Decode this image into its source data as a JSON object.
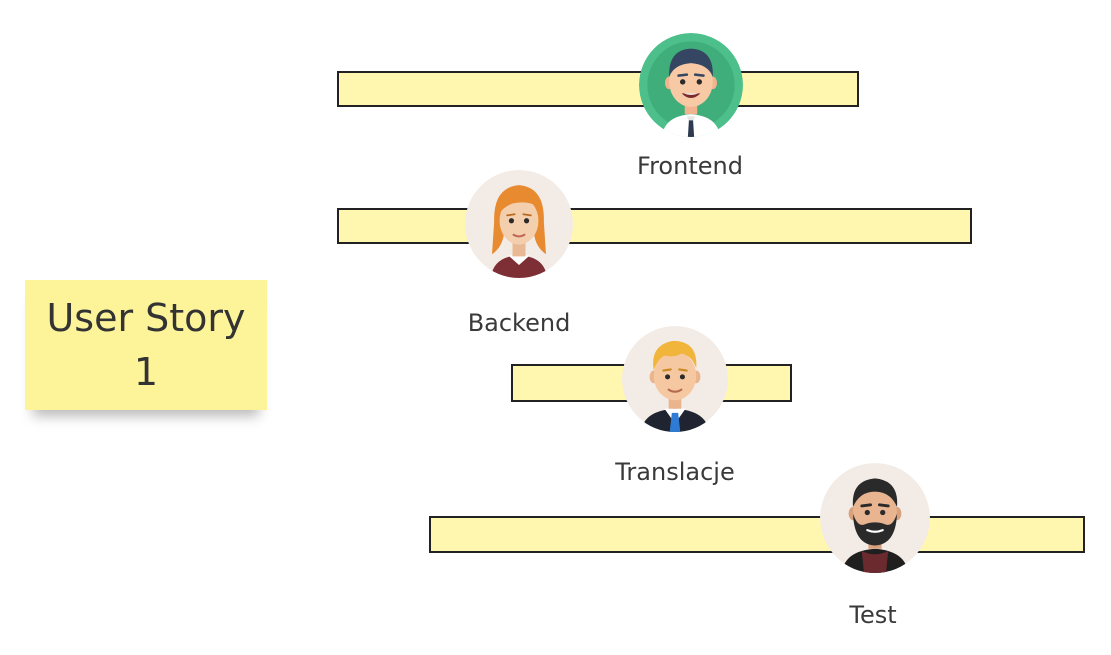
{
  "sticky_note": {
    "line1": "User Story",
    "line2": "1"
  },
  "tracks": [
    {
      "role": "Frontend",
      "avatar_icon": "man-dark-hair-avatar-icon"
    },
    {
      "role": "Backend",
      "avatar_icon": "woman-ginger-hair-avatar-icon"
    },
    {
      "role": "Translacje",
      "avatar_icon": "man-blond-hair-tie-avatar-icon"
    },
    {
      "role": "Test",
      "avatar_icon": "man-beard-avatar-icon"
    }
  ],
  "colors": {
    "sticky": "#fdf49a",
    "bar_fill": "#fff6b0",
    "bar_border": "#222222",
    "frontend_avatar_bg": "#4dbf8a",
    "avatar_bg": "#f3ece6"
  }
}
